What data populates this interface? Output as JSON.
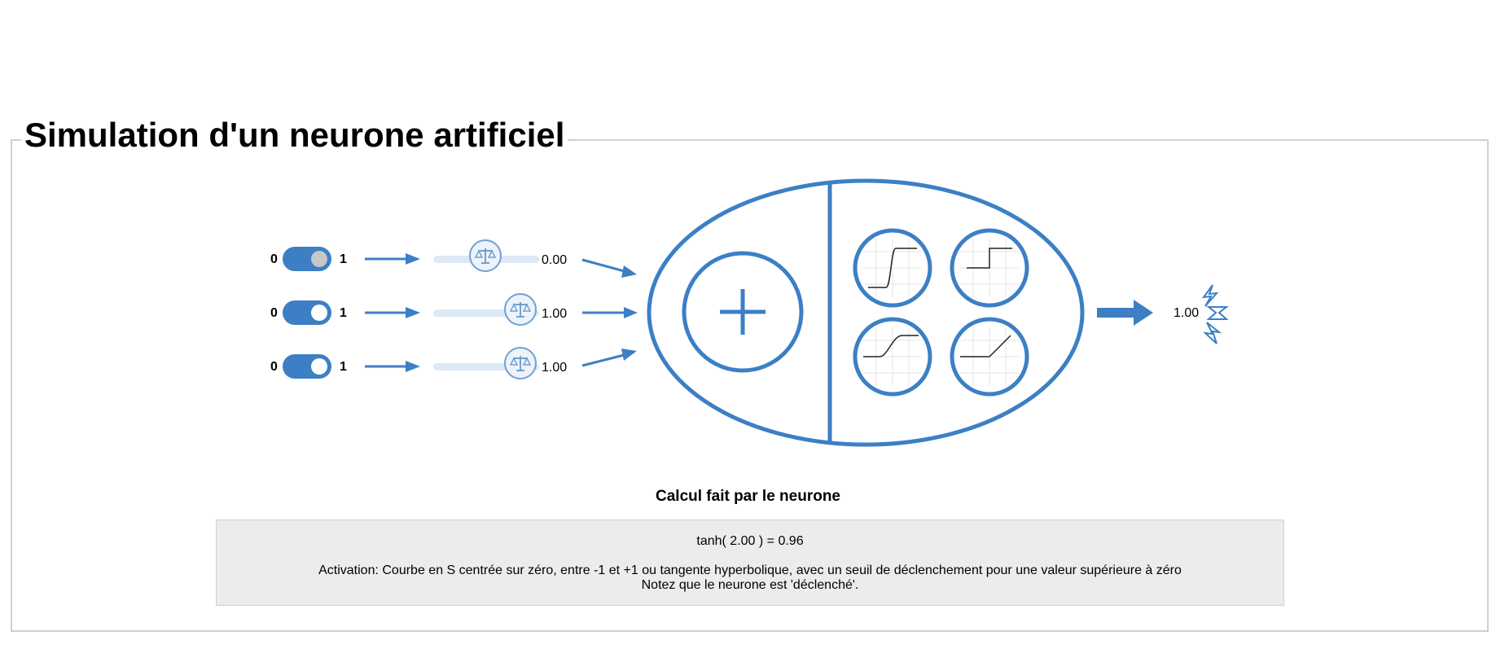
{
  "page": {
    "title": "Simulation d'un neurone artificiel"
  },
  "inputs": [
    {
      "label_min": "0",
      "label_max": "1",
      "toggle_on": false,
      "weight": "0.00",
      "weight_fraction": 0.5
    },
    {
      "label_min": "0",
      "label_max": "1",
      "toggle_on": true,
      "weight": "1.00",
      "weight_fraction": 1.0
    },
    {
      "label_min": "0",
      "label_max": "1",
      "toggle_on": true,
      "weight": "1.00",
      "weight_fraction": 1.0
    }
  ],
  "neuron": {
    "sum_icon": "plus-icon",
    "activation_icons": [
      "sigmoid-curve-icon",
      "step-function-icon",
      "tanh-curve-icon",
      "relu-curve-icon"
    ]
  },
  "output": {
    "value": "1.00",
    "icon": "lightning-icon"
  },
  "calc": {
    "heading": "Calcul fait par le neurone",
    "formula": "tanh( 2.00 ) = 0.96",
    "description": "Activation: Courbe en S centrée sur zéro, entre -1 et +1 ou tangente hyperbolique, avec un seuil de déclenchement pour une valeur supérieure à zéro",
    "note": "Notez que le neurone est 'déclenché'."
  },
  "colors": {
    "accent": "#3d7fc4",
    "track": "#dde9f5",
    "box_bg": "#ececec"
  }
}
